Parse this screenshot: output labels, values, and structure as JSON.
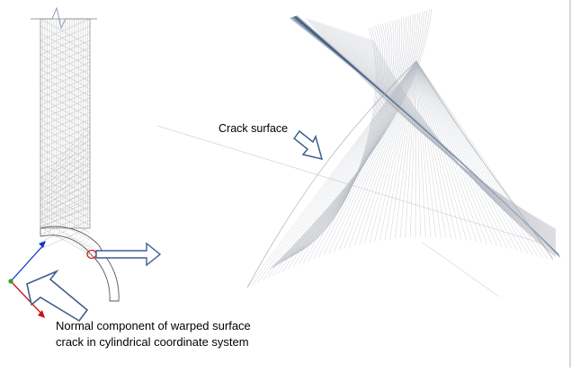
{
  "labels": {
    "crack_surface": "Crack surface",
    "normal_component_line1": "Normal component of warped surface",
    "normal_component_line2": "crack in cylindrical coordinate system"
  },
  "colors": {
    "background": "#ffffff",
    "mesh": "#9aa0a8",
    "crack_edge": "#4f6f95",
    "outline_arrow": "#3f5f8f",
    "axis_x": "#cc1111",
    "axis_y": "#1133cc",
    "axis_origin": "#22aa22",
    "highlight_circle": "#cc1111"
  },
  "icons": {
    "callout_arrow": "outline-block-arrow",
    "coordinate_triad": "xyz-axis-triad"
  }
}
